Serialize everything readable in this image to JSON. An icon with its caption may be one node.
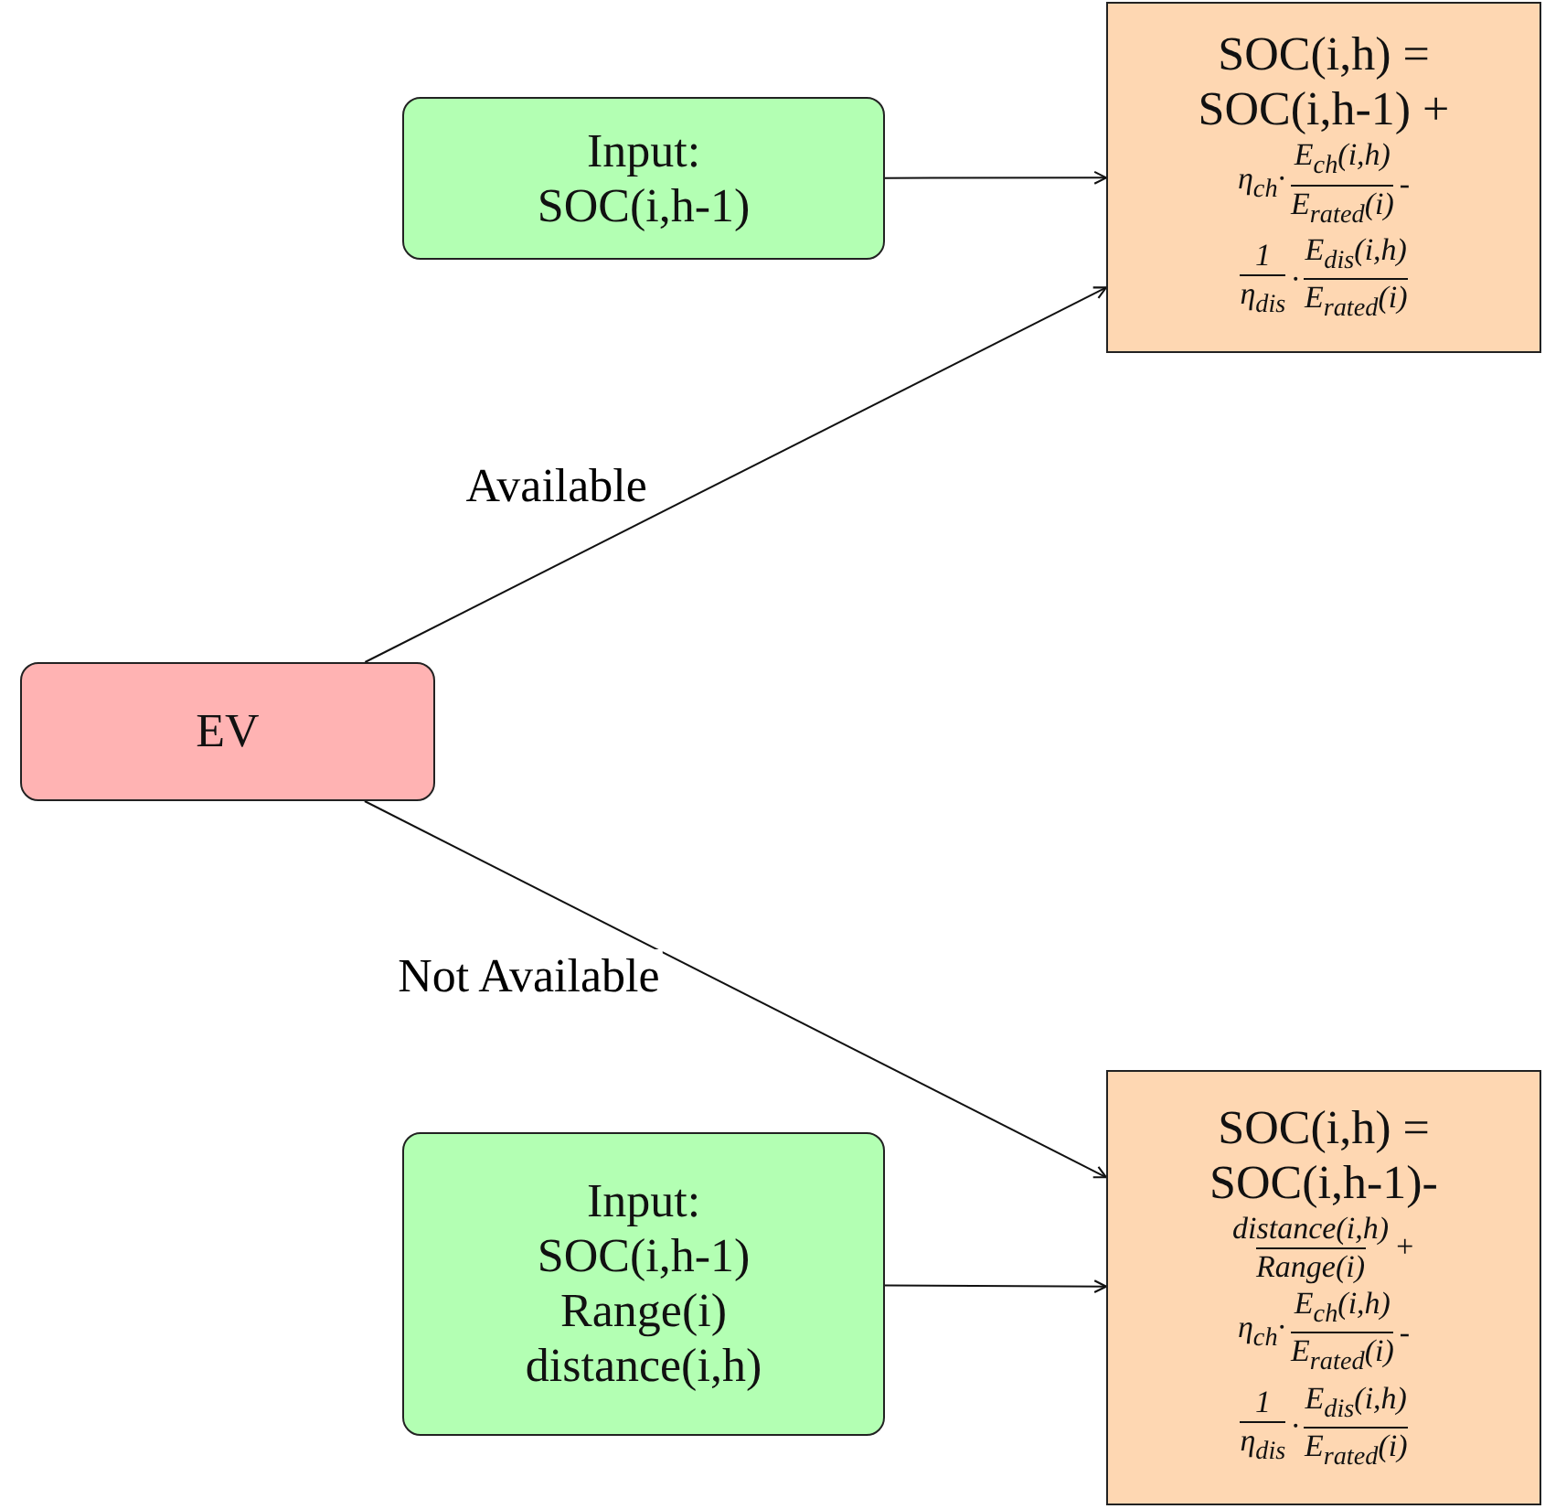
{
  "diagram": {
    "nodes": [
      {
        "text": [
          "Input:",
          "SOC(i,h-1)"
        ]
      },
      {
        "text": [
          "SOC(i,h) =",
          "SOC(i,h-1) +",
          "η$_{ch}$·",
          "E$_{ch}$(i,h)",
          "E$_{rated}$(i)",
          "-",
          "1",
          "η$_{dis}$",
          "·",
          "E$_{dis}$(i,h)",
          "E$_{rated}$(i)"
        ]
      },
      {
        "text": [
          "EV"
        ]
      },
      {
        "text": [
          "Input:",
          "SOC(i,h-1)",
          "Range(i)",
          "distance(i,h)"
        ]
      },
      {
        "text": [
          "SOC(i,h) =",
          "SOC(i,h-1)-",
          "distance(i,h)",
          "Range(i)",
          "+",
          "η$_{ch}$·",
          "E$_{ch}$(i,h)",
          "E$_{rated}$(i)",
          "-",
          "1",
          "η$_{dis}$",
          "·",
          "E$_{dis}$(i,h)",
          "E$_{rated}$(i)"
        ]
      }
    ],
    "edges": [
      {
        "from": 0,
        "to": 1,
        "arrow": "to"
      },
      {
        "from": 2,
        "to": 1,
        "arrow": "to",
        "label": "Available"
      },
      {
        "from": 2,
        "to": 4,
        "arrow": "to",
        "label": "Not Available"
      },
      {
        "from": 3,
        "to": 4,
        "arrow": "to"
      }
    ]
  }
}
